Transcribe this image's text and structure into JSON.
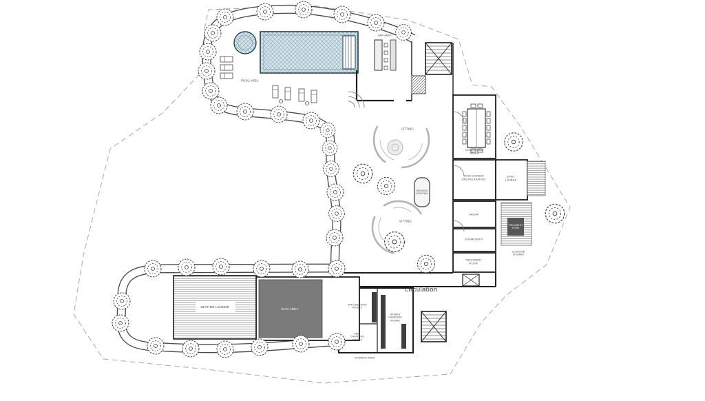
{
  "plan": {
    "pool_area": "POOL AREA",
    "bar_area": "BAR AREA",
    "sitting_1": "SITTING",
    "sitting_2": "SITTING",
    "fountain": "DRINKING FOUNTAIN",
    "coworking": "COWORKING SPACE",
    "yoga": "YOGA SHOWER AND RELAXATION",
    "quiet_lounge": "QUIET LOUNGE",
    "sauna": "SAUNA",
    "steam_bath": "STEAM BATH",
    "treatment_room": "TREATMENT ROOM",
    "treatment_room_2": "TREATMENT ROOM",
    "outdoor_shower": "OUTDOOR SHOWER",
    "circulation": "circulation",
    "gym": "GYM AREA",
    "seating_lounge": "SEATING LOUNGE",
    "spa_changing": "SPA CHANGING ROOMS",
    "women_changing": "WOMEN CHANGING ROOMS",
    "men_changing": "MEN CHANGING ROOMS",
    "shower_area": "SHOWER AREA"
  },
  "colors": {
    "wall": "#1e1e1e",
    "pool_fill": "#dae6ec",
    "pool_hatch": "#9cb9c7",
    "boundary": "#a8a8a8",
    "gym_fill": "#7b7b7b",
    "walkway_line": "#4a4a4a"
  }
}
